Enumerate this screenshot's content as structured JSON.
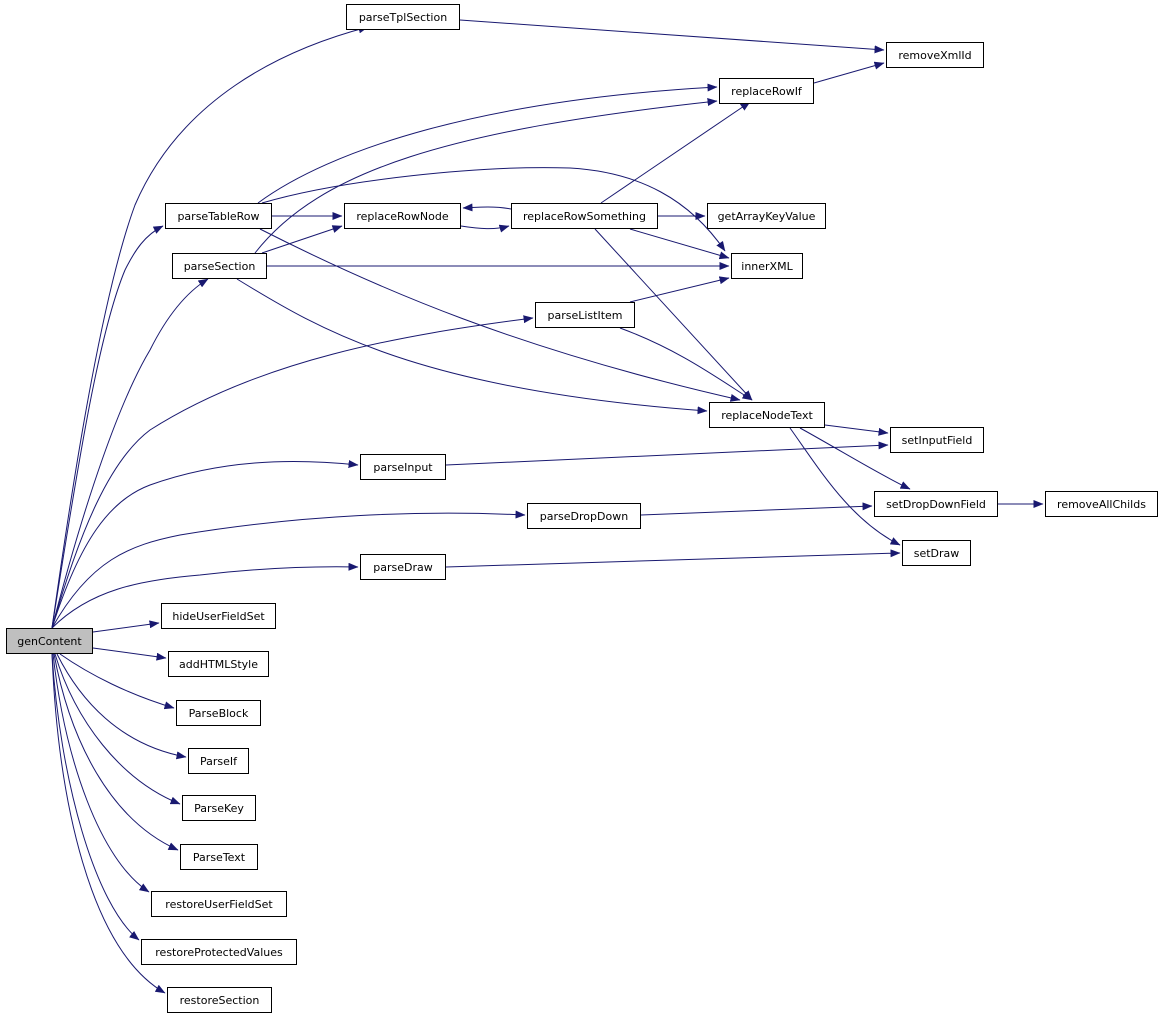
{
  "graph": {
    "root": "gen-content",
    "colors": {
      "edge": "#191970",
      "node_border": "#000000",
      "node_fill": "#ffffff",
      "root_fill": "#bfbfbf"
    },
    "nodes": {
      "gen-content": "genContent",
      "parse-tpl-section": "parseTplSection",
      "remove-xml-id": "removeXmlId",
      "replace-row-if": "replaceRowIf",
      "parse-table-row": "parseTableRow",
      "replace-row-node": "replaceRowNode",
      "replace-row-something": "replaceRowSomething",
      "get-array-key-value": "getArrayKeyValue",
      "parse-section": "parseSection",
      "inner-xml": "innerXML",
      "parse-list-item": "parseListItem",
      "replace-node-text": "replaceNodeText",
      "set-input-field": "setInputField",
      "parse-input": "parseInput",
      "set-drop-down-field": "setDropDownField",
      "remove-all-childs": "removeAllChilds",
      "parse-drop-down": "parseDropDown",
      "set-draw": "setDraw",
      "parse-draw": "parseDraw",
      "hide-user-field-set": "hideUserFieldSet",
      "add-html-style": "addHTMLStyle",
      "parse-block": "ParseBlock",
      "parse-if": "ParseIf",
      "parse-key": "ParseKey",
      "parse-text": "ParseText",
      "restore-user-field-set": "restoreUserFieldSet",
      "restore-protected-values": "restoreProtectedValues",
      "restore-section": "restoreSection"
    },
    "edges": [
      [
        "gen-content",
        "parse-tpl-section"
      ],
      [
        "gen-content",
        "parse-table-row"
      ],
      [
        "gen-content",
        "parse-section"
      ],
      [
        "gen-content",
        "parse-list-item"
      ],
      [
        "gen-content",
        "parse-input"
      ],
      [
        "gen-content",
        "parse-drop-down"
      ],
      [
        "gen-content",
        "parse-draw"
      ],
      [
        "gen-content",
        "hide-user-field-set"
      ],
      [
        "gen-content",
        "add-html-style"
      ],
      [
        "gen-content",
        "parse-block"
      ],
      [
        "gen-content",
        "parse-if"
      ],
      [
        "gen-content",
        "parse-key"
      ],
      [
        "gen-content",
        "parse-text"
      ],
      [
        "gen-content",
        "restore-user-field-set"
      ],
      [
        "gen-content",
        "restore-protected-values"
      ],
      [
        "gen-content",
        "restore-section"
      ],
      [
        "parse-tpl-section",
        "remove-xml-id"
      ],
      [
        "replace-row-if",
        "remove-xml-id"
      ],
      [
        "parse-table-row",
        "replace-row-if"
      ],
      [
        "parse-table-row",
        "replace-row-node"
      ],
      [
        "parse-table-row",
        "inner-xml"
      ],
      [
        "parse-table-row",
        "replace-node-text"
      ],
      [
        "parse-section",
        "replace-row-if"
      ],
      [
        "parse-section",
        "replace-row-node"
      ],
      [
        "parse-section",
        "inner-xml"
      ],
      [
        "parse-section",
        "replace-node-text"
      ],
      [
        "replace-row-node",
        "replace-row-something"
      ],
      [
        "replace-row-something",
        "replace-row-node"
      ],
      [
        "replace-row-something",
        "replace-row-if"
      ],
      [
        "replace-row-something",
        "get-array-key-value"
      ],
      [
        "replace-row-something",
        "inner-xml"
      ],
      [
        "replace-row-something",
        "replace-node-text"
      ],
      [
        "parse-list-item",
        "inner-xml"
      ],
      [
        "parse-list-item",
        "replace-node-text"
      ],
      [
        "replace-node-text",
        "set-input-field"
      ],
      [
        "replace-node-text",
        "set-drop-down-field"
      ],
      [
        "replace-node-text",
        "set-draw"
      ],
      [
        "parse-input",
        "set-input-field"
      ],
      [
        "parse-drop-down",
        "set-drop-down-field"
      ],
      [
        "set-drop-down-field",
        "remove-all-childs"
      ],
      [
        "parse-draw",
        "set-draw"
      ]
    ]
  }
}
